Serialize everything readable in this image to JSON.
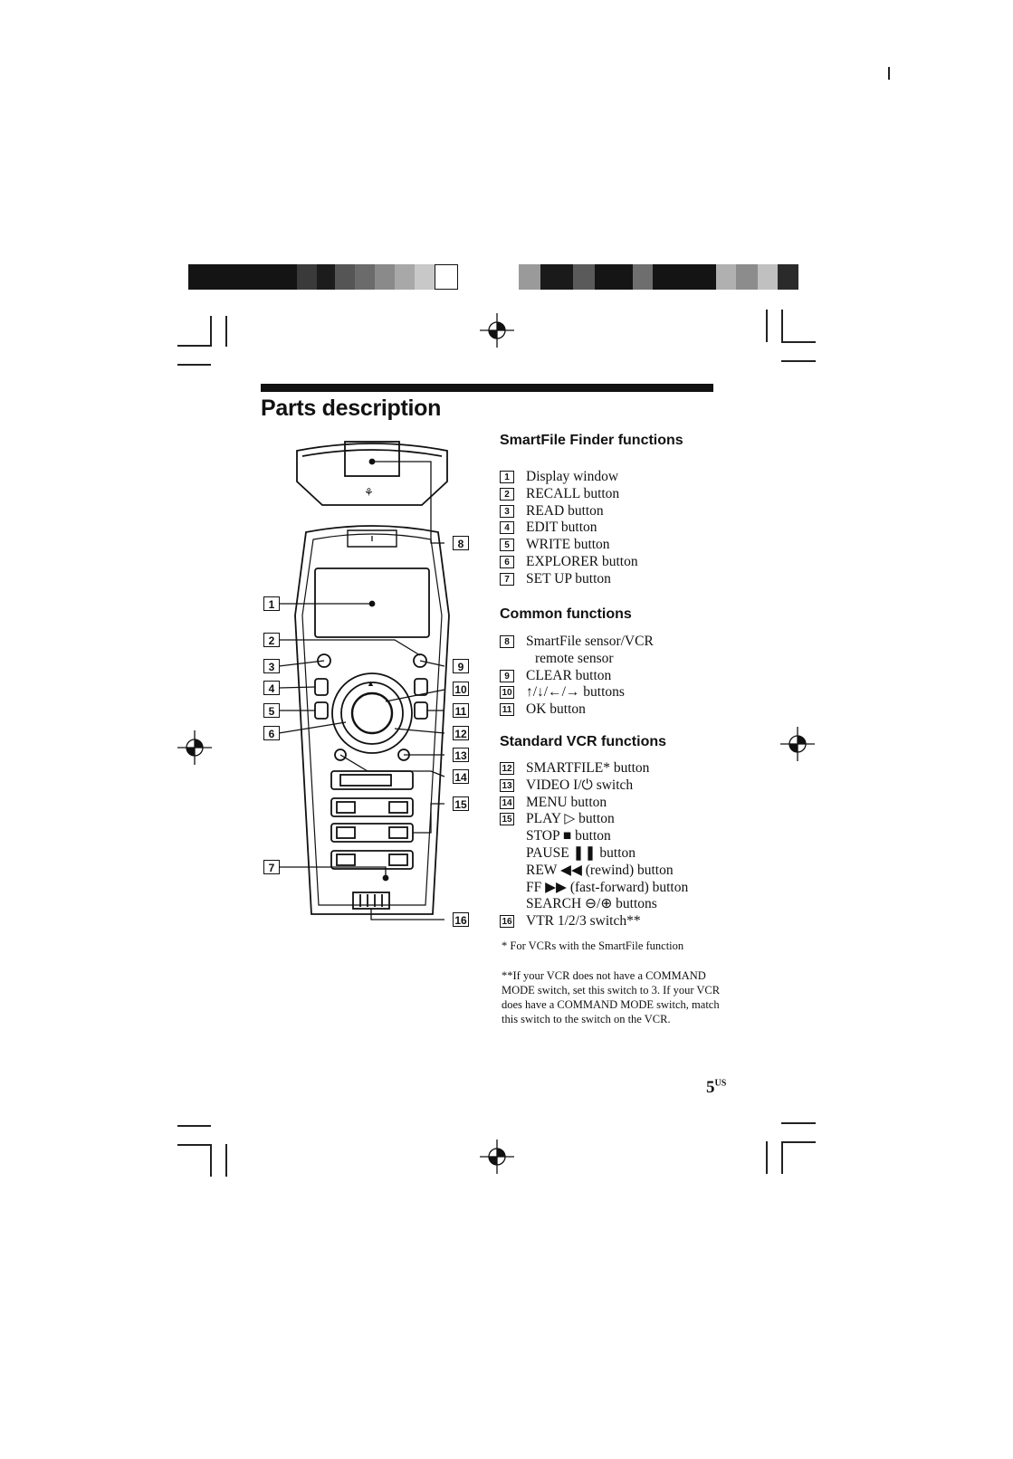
{
  "title": "Parts description",
  "sections": [
    {
      "heading": "SmartFile Finder functions",
      "items": [
        {
          "num": "1",
          "lines": [
            "Display window"
          ]
        },
        {
          "num": "2",
          "lines": [
            "RECALL button"
          ]
        },
        {
          "num": "3",
          "lines": [
            "READ button"
          ]
        },
        {
          "num": "4",
          "lines": [
            "EDIT button"
          ]
        },
        {
          "num": "5",
          "lines": [
            "WRITE button"
          ]
        },
        {
          "num": "6",
          "lines": [
            "EXPLORER button"
          ]
        },
        {
          "num": "7",
          "lines": [
            "SET UP button"
          ]
        }
      ]
    },
    {
      "heading": "Common functions",
      "items": [
        {
          "num": "8",
          "lines": [
            "SmartFile sensor/VCR",
            "remote sensor"
          ]
        },
        {
          "num": "9",
          "lines": [
            "CLEAR button"
          ]
        },
        {
          "num": "10",
          "lines": [
            "↑/↓/←/→ buttons"
          ]
        },
        {
          "num": "11",
          "lines": [
            "OK button"
          ]
        }
      ]
    },
    {
      "heading": "Standard VCR functions",
      "items": [
        {
          "num": "12",
          "lines": [
            "SMARTFILE* button"
          ]
        },
        {
          "num": "13",
          "lines": [
            "VIDEO I/⏻ switch"
          ]
        },
        {
          "num": "14",
          "lines": [
            "MENU button"
          ]
        },
        {
          "num": "15",
          "lines": [
            "PLAY ▷ button"
          ]
        },
        {
          "num": "",
          "lines": [
            "STOP ■ button"
          ]
        },
        {
          "num": "",
          "lines": [
            "PAUSE ❚❚ button"
          ]
        },
        {
          "num": "",
          "lines": [
            "REW ◀◀ (rewind) button"
          ]
        },
        {
          "num": "",
          "lines": [
            "FF ▶▶ (fast-forward) button"
          ]
        },
        {
          "num": "",
          "lines": [
            "SEARCH ⊖/⊕ buttons"
          ]
        },
        {
          "num": "16",
          "lines": [
            "VTR 1/2/3 switch**"
          ]
        }
      ]
    }
  ],
  "notes": [
    "* For VCRs with the SmartFile function",
    "**If your VCR does not have a COMMAND MODE switch, set this switch to 3. If your VCR does have a COMMAND MODE switch, match this switch to the switch on the VCR."
  ],
  "page_number": "5",
  "page_suffix": "US",
  "callouts_left": [
    "1",
    "2",
    "3",
    "4",
    "5",
    "6",
    "7"
  ],
  "callouts_right": [
    "8",
    "9",
    "10",
    "11",
    "12",
    "13",
    "14",
    "15",
    "16"
  ]
}
